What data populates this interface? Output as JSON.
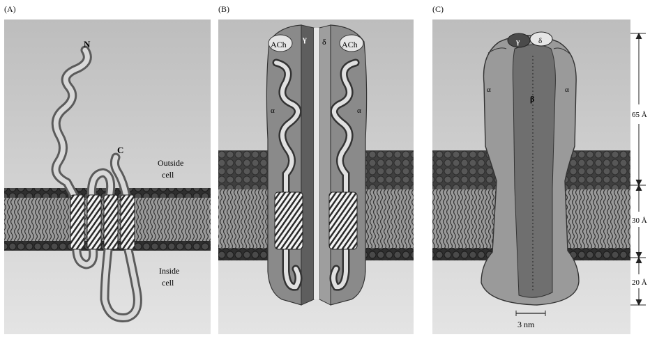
{
  "panels": {
    "a": {
      "label": "(A)",
      "terminal_n": "N",
      "terminal_c": "C",
      "outside_line1": "Outside",
      "outside_line2": "cell",
      "inside_line1": "Inside",
      "inside_line2": "cell"
    },
    "b": {
      "label": "(B)",
      "ach_left": "ACh",
      "ach_right": "ACh",
      "gamma": "γ",
      "delta": "δ",
      "alpha_left": "α",
      "alpha_right": "α"
    },
    "c": {
      "label": "(C)",
      "gamma": "γ",
      "delta": "δ",
      "alpha_left": "α",
      "alpha_right": "α",
      "beta": "β",
      "scale_bar": "3 nm"
    }
  },
  "dimensions": {
    "top": "65 Å",
    "middle": "30 Å",
    "bottom": "20 Å"
  },
  "colors": {
    "background_gray": "#c9c9c9",
    "lipid_dark": "#3a3a3a",
    "protein_medium": "#8e8e8e",
    "protein_light": "#d6d6d6"
  }
}
